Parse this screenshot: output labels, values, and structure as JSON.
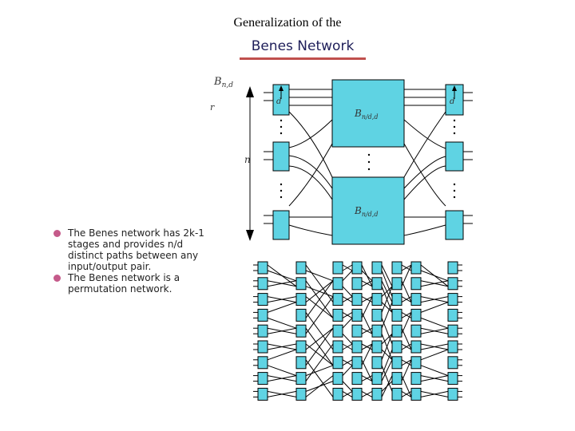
{
  "title": "Generalization of the",
  "subtitle": "Benes Network",
  "bullets": [
    "The Benes network has 2k-1 stages and provides n/d distinct paths between any input/output pair.",
    "The Benes network is a permutation network."
  ],
  "diagram": {
    "label_B_nd": "B",
    "label_B_nd_sub": "n,d",
    "label_r": "r",
    "label_n": "n",
    "label_d": "d",
    "label_inner": "B",
    "label_inner_sub": "n/d,d",
    "colors": {
      "box": "#5fd3e3",
      "wire": "#000000",
      "arrow": "#000000"
    }
  }
}
